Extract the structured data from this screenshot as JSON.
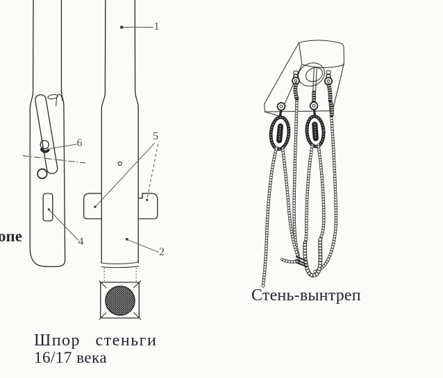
{
  "colors": {
    "background": "#fbfbf8",
    "ink": "#2e2e2e",
    "label_ink": "#4e4e4c",
    "caption_ink": "#1f2330"
  },
  "left_figure": {
    "caption_title": "Шпор стеньги",
    "caption_subtitle": "16/17 века",
    "callouts": [
      {
        "number": "1"
      },
      {
        "number": "2"
      },
      {
        "number": "4"
      },
      {
        "number": "5"
      },
      {
        "number": "6"
      }
    ]
  },
  "right_figure": {
    "caption": "Стень-вынтреп"
  },
  "page_edge_text": "опе"
}
